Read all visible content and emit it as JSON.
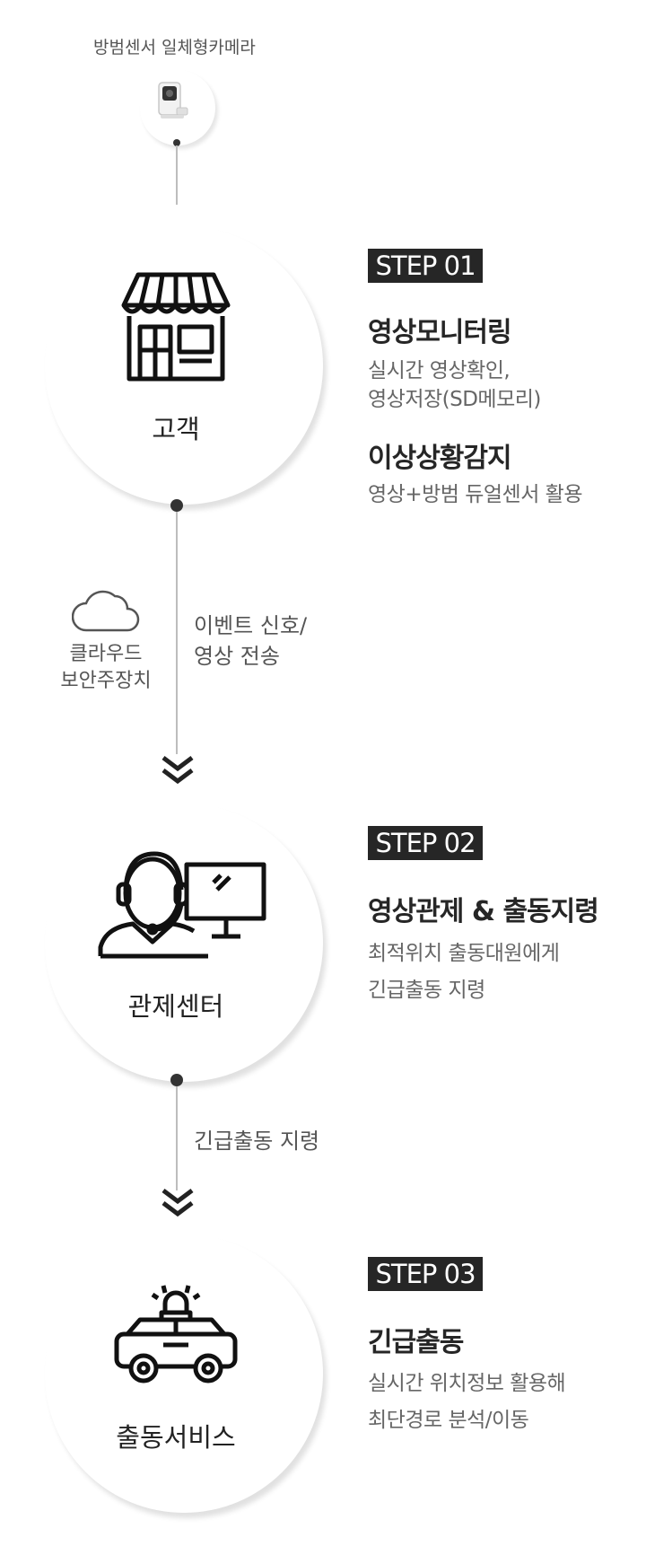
{
  "top": {
    "camera_label": "방범센서 일체형카메라"
  },
  "steps": [
    {
      "badge": "STEP 01",
      "circle_label": "고객",
      "items": [
        {
          "title": "영상모니터링",
          "lines": [
            "실시간 영상확인,",
            "영상저장(SD메모리)"
          ]
        },
        {
          "title": "이상상황감지",
          "lines": [
            "영상+방범 듀얼센서 활용"
          ]
        }
      ]
    },
    {
      "badge": "STEP 02",
      "circle_label": "관제센터",
      "items": [
        {
          "title": "영상관제 & 출동지령",
          "lines": [
            "최적위치 출동대원에게",
            "긴급출동 지령"
          ]
        }
      ]
    },
    {
      "badge": "STEP 03",
      "circle_label": "출동서비스",
      "items": [
        {
          "title": "긴급출동",
          "lines": [
            "실시간 위치정보 활용해",
            "최단경로 분석/이동"
          ]
        }
      ]
    }
  ],
  "connectors": {
    "first": {
      "cloud_label_1": "클라우드",
      "cloud_label_2": "보안주장치",
      "text_1": "이벤트 신호/",
      "text_2": "영상 전송"
    },
    "second": {
      "text": "긴급출동 지령"
    }
  },
  "icons": [
    "camera-icon",
    "store-icon",
    "cloud-icon",
    "operator-icon",
    "monitor-icon",
    "police-car-icon",
    "chevron-double-down-icon"
  ]
}
